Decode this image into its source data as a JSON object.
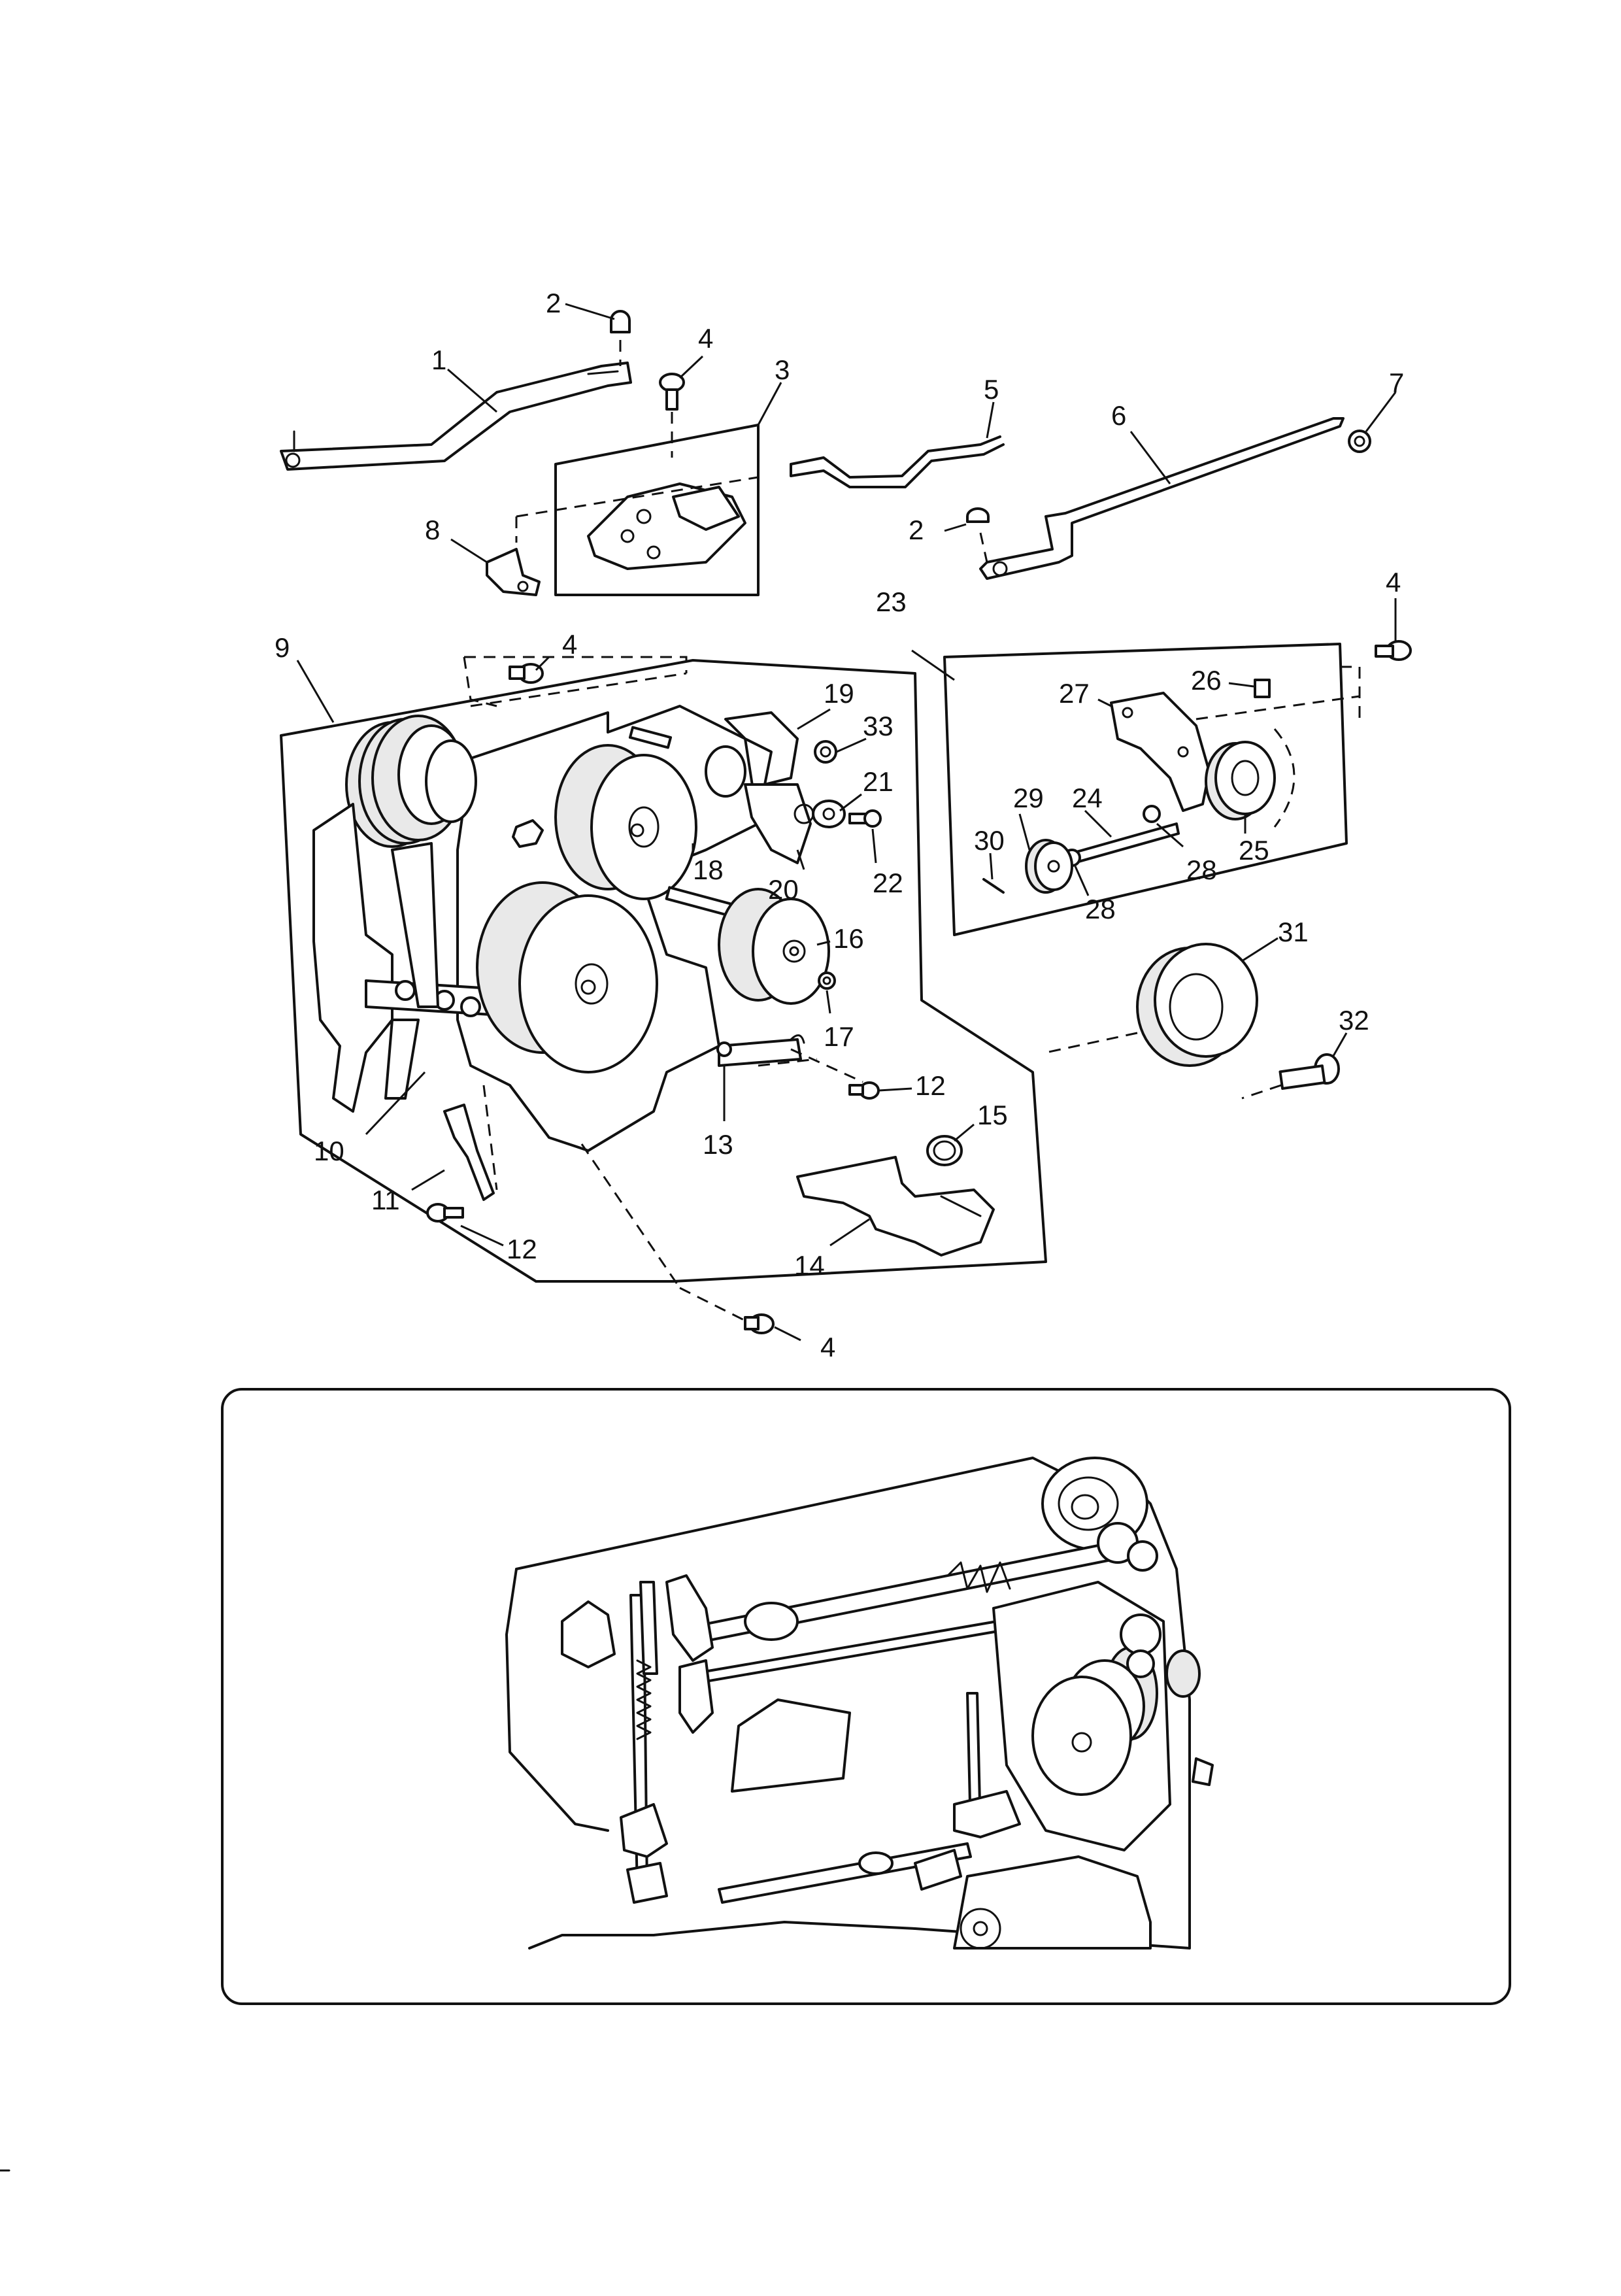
{
  "callouts": [
    {
      "id": "c1",
      "text": "1"
    },
    {
      "id": "c2a",
      "text": "2"
    },
    {
      "id": "c2b",
      "text": "2"
    },
    {
      "id": "c3",
      "text": "3"
    },
    {
      "id": "c4a",
      "text": "4"
    },
    {
      "id": "c4b",
      "text": "4"
    },
    {
      "id": "c4c",
      "text": "4"
    },
    {
      "id": "c4d",
      "text": "4"
    },
    {
      "id": "c5",
      "text": "5"
    },
    {
      "id": "c6",
      "text": "6"
    },
    {
      "id": "c7",
      "text": "7"
    },
    {
      "id": "c8",
      "text": "8"
    },
    {
      "id": "c9",
      "text": "9"
    },
    {
      "id": "c10",
      "text": "10"
    },
    {
      "id": "c11",
      "text": "11"
    },
    {
      "id": "c12a",
      "text": "12"
    },
    {
      "id": "c12b",
      "text": "12"
    },
    {
      "id": "c13",
      "text": "13"
    },
    {
      "id": "c14",
      "text": "14"
    },
    {
      "id": "c15",
      "text": "15"
    },
    {
      "id": "c16",
      "text": "16"
    },
    {
      "id": "c17",
      "text": "17"
    },
    {
      "id": "c18",
      "text": "18"
    },
    {
      "id": "c19",
      "text": "19"
    },
    {
      "id": "c20",
      "text": "20"
    },
    {
      "id": "c21",
      "text": "21"
    },
    {
      "id": "c22",
      "text": "22"
    },
    {
      "id": "c23",
      "text": "23"
    },
    {
      "id": "c24",
      "text": "24"
    },
    {
      "id": "c25",
      "text": "25"
    },
    {
      "id": "c26",
      "text": "26"
    },
    {
      "id": "c27",
      "text": "27"
    },
    {
      "id": "c28a",
      "text": "28"
    },
    {
      "id": "c28b",
      "text": "28"
    },
    {
      "id": "c29",
      "text": "29"
    },
    {
      "id": "c30",
      "text": "30"
    },
    {
      "id": "c31",
      "text": "31"
    },
    {
      "id": "c32",
      "text": "32"
    },
    {
      "id": "c33",
      "text": "33"
    }
  ],
  "icons": {
    "inset": "sewing-machine-cutaway-icon"
  }
}
